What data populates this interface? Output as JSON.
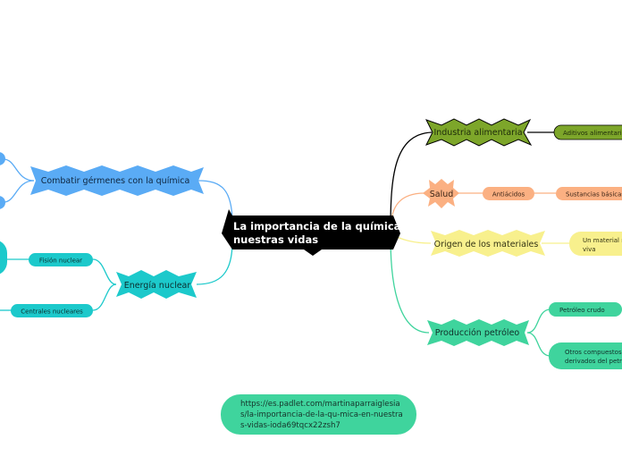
{
  "central": {
    "title_line1": "La importancia de la química en",
    "title_line2": "nuestras vidas"
  },
  "right": {
    "industria": {
      "label": "Industria alimentaria",
      "child": "Aditivos alimentarios"
    },
    "salud": {
      "label": "Salud",
      "child": "Antiácidos",
      "grandchild": "Sustancias básicas"
    },
    "origen": {
      "label": "Origen de los materiales",
      "child_line1": "Un material no",
      "child_line2": "viva"
    },
    "produccion": {
      "label": "Producción petróleo",
      "child1": "Petróleo crudo",
      "child2_line1": "Otros compuestos",
      "child2_line2": "derivados del petróleo"
    }
  },
  "left": {
    "germenes": {
      "label": "Combatir gérmenes con la química"
    },
    "nuclear": {
      "label": "Energía nuclear",
      "child1": "Fisión  nuclear",
      "child2": "Centrales  nucleares"
    }
  },
  "link": {
    "text": "https://es.padlet.com/martinaparraiglesias/la-importancia-de-la-qu-mica-en-nuestras-vidas-ioda69tqcx22zsh7"
  },
  "colors": {
    "central": "#000000",
    "industria": "#7da62a",
    "salud": "#fbb082",
    "origen": "#f8f08d",
    "produccion": "#3fd49d",
    "germenes": "#5aabf5",
    "nuclear": "#1cc9cb",
    "link": "#3fd49d"
  }
}
